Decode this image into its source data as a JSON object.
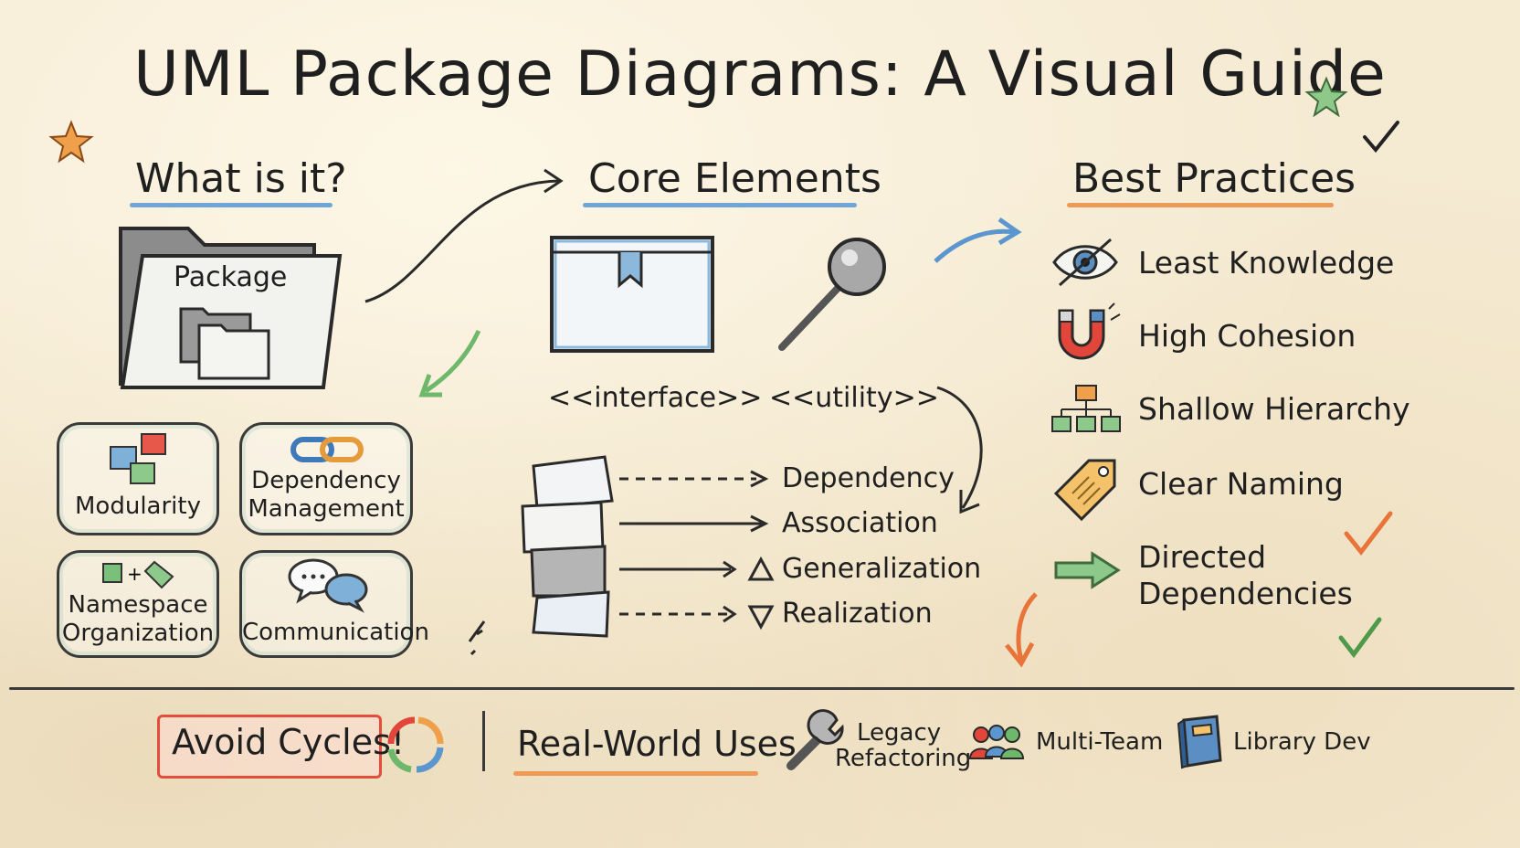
{
  "title": "UML Package Diagrams: A Visual Guide",
  "sections": {
    "what": {
      "heading": "What is it?",
      "folder_label": "Package",
      "cards": [
        {
          "lines": [
            "Modularity"
          ],
          "icon": "puzzle-icon"
        },
        {
          "lines": [
            "Dependency",
            "Management"
          ],
          "icon": "chain-link-icon"
        },
        {
          "lines": [
            "Namespace",
            "Organization"
          ],
          "icon": "namespace-tag-icon"
        },
        {
          "lines": [
            "Communication"
          ],
          "icon": "speech-bubbles-icon"
        }
      ]
    },
    "core": {
      "heading": "Core Elements",
      "stereotypes": [
        "<<interface>>",
        "<<utility>>"
      ],
      "relations": [
        "Dependency",
        "Association",
        "Generalization",
        "Realization"
      ]
    },
    "best": {
      "heading": "Best Practices",
      "items": [
        {
          "lines": [
            "Least Knowledge"
          ],
          "icon": "eye-icon"
        },
        {
          "lines": [
            "High Cohesion"
          ],
          "icon": "magnet-icon"
        },
        {
          "lines": [
            "Shallow Hierarchy"
          ],
          "icon": "hierarchy-icon"
        },
        {
          "lines": [
            "Clear Naming"
          ],
          "icon": "tag-icon"
        },
        {
          "lines": [
            "Directed",
            "Dependencies"
          ],
          "icon": "arrow-right-icon"
        }
      ]
    }
  },
  "footer": {
    "avoid_cycles": "Avoid Cycles!",
    "real_world": "Real-World Uses",
    "uses": [
      {
        "lines": [
          "Legacy",
          "Refactoring"
        ],
        "icon": "wrench-icon"
      },
      {
        "lines": [
          "Multi-Team"
        ],
        "icon": "team-icon"
      },
      {
        "lines": [
          "Library Dev"
        ],
        "icon": "book-icon"
      }
    ]
  },
  "colors": {
    "paper": "#f5ead2",
    "ink": "#1f1f1f",
    "accent_blue": "#6fa6d8",
    "accent_orange": "#ec9a55",
    "accent_green": "#6db86a",
    "accent_red": "#e24d3c"
  }
}
